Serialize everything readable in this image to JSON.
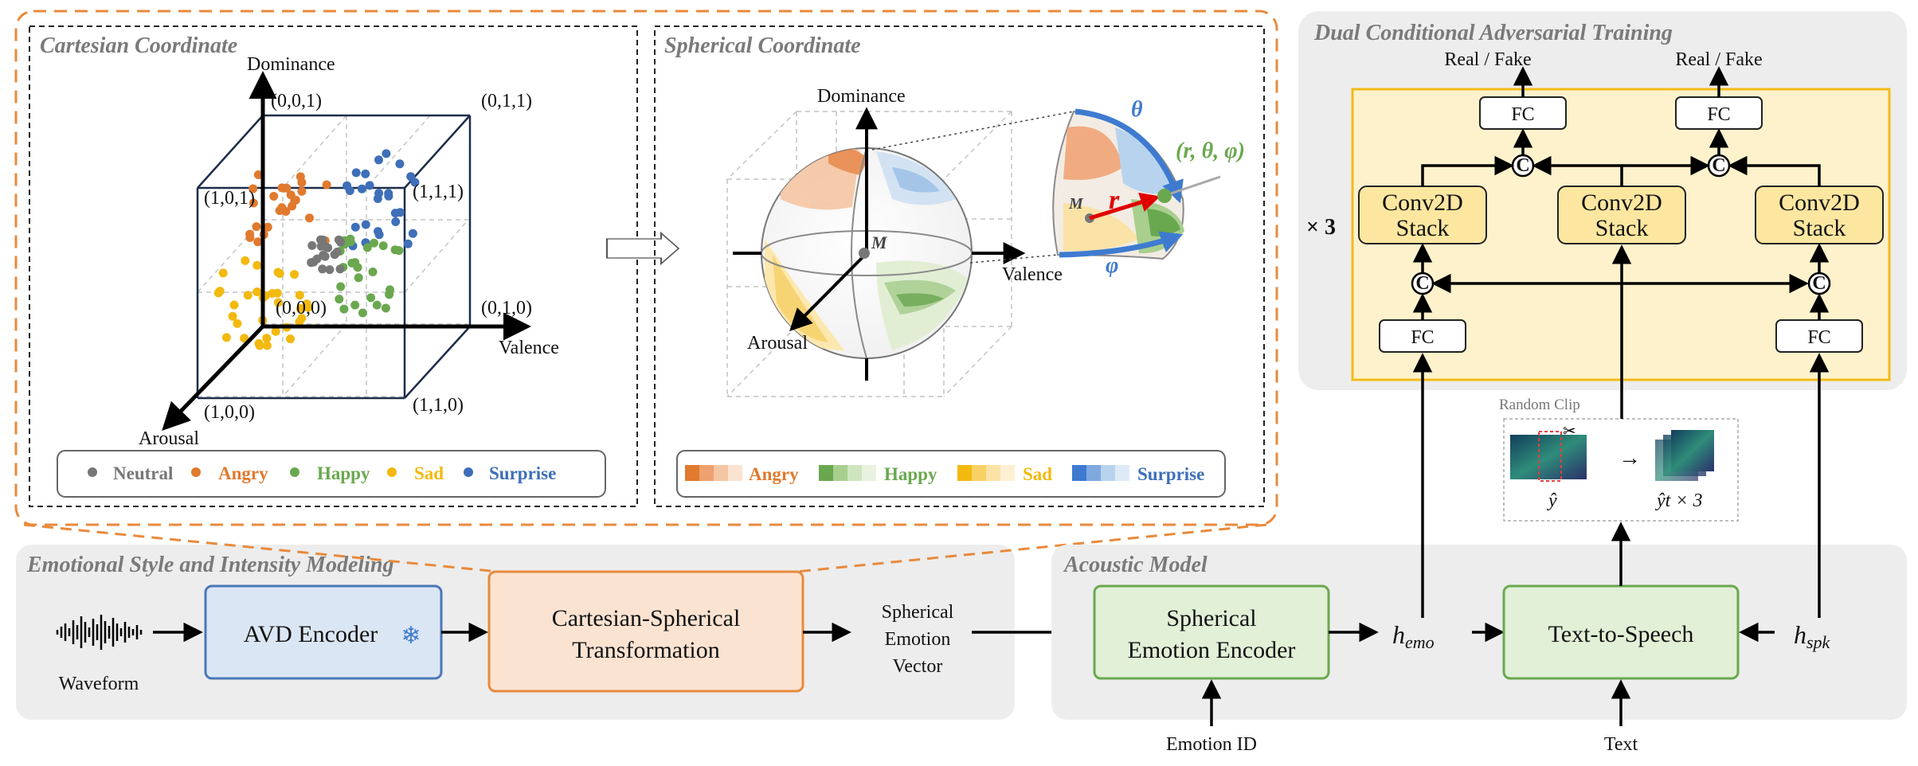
{
  "titles": {
    "cartesian": "Cartesian Coordinate",
    "spherical": "Spherical Coordinate",
    "dual": "Dual Conditional Adversarial Training",
    "emotional": "Emotional Style and Intensity Modeling",
    "acoustic": "Acoustic Model"
  },
  "cartesian": {
    "axes": {
      "dominance": "Dominance",
      "valence": "Valence",
      "arousal": "Arousal"
    },
    "corners": {
      "c001": "(0,0,1)",
      "c011": "(0,1,1)",
      "c101": "(1,0,1)",
      "c111": "(1,1,1)",
      "c000": "(0,0,0)",
      "c010": "(0,1,0)",
      "c100": "(1,0,0)",
      "c110": "(1,1,0)"
    },
    "legend": [
      {
        "label": "Neutral",
        "color": "#777777"
      },
      {
        "label": "Angry",
        "color": "#e07a2e"
      },
      {
        "label": "Happy",
        "color": "#6aa84f"
      },
      {
        "label": "Sad",
        "color": "#f2b90f"
      },
      {
        "label": "Surprise",
        "color": "#3e6fb8"
      }
    ]
  },
  "spherical": {
    "axes": {
      "dominance": "Dominance",
      "valence": "Valence",
      "arousal": "Arousal"
    },
    "center": "M",
    "center2": "M",
    "r": "r",
    "theta": "θ",
    "phi": "φ",
    "coords": "(r, θ, φ)",
    "legend": [
      {
        "label": "Angry",
        "color": "#e07a2e"
      },
      {
        "label": "Happy",
        "color": "#6aa84f"
      },
      {
        "label": "Sad",
        "color": "#f2b90f"
      },
      {
        "label": "Surprise",
        "color": "#3e6fb8"
      }
    ]
  },
  "dual": {
    "real_fake_left": "Real / Fake",
    "real_fake_right": "Real / Fake",
    "fc_top_left": "FC",
    "fc_top_right": "FC",
    "conv_left": [
      "Conv2D",
      "Stack"
    ],
    "conv_mid": [
      "Conv2D",
      "Stack"
    ],
    "conv_right": [
      "Conv2D",
      "Stack"
    ],
    "fc_bot_left": "FC",
    "fc_bot_right": "FC",
    "concat": "C",
    "times3": "× 3"
  },
  "random_clip": {
    "label": "Random Clip",
    "y_hat": "ŷ",
    "arrow": "→",
    "yt_hat": "ŷt × 3"
  },
  "emotional": {
    "waveform": "Waveform",
    "avd_encoder": "AVD Encoder",
    "transform": [
      "Cartesian-Spherical",
      "Transformation"
    ],
    "sev": [
      "Spherical",
      "Emotion",
      "Vector"
    ]
  },
  "acoustic": {
    "encoder": [
      "Spherical",
      "Emotion Encoder"
    ],
    "h_emo": "hemo",
    "tts": "Text-to-Speech",
    "h_spk": "hspk",
    "emotion_id": "Emotion ID",
    "text": "Text"
  }
}
